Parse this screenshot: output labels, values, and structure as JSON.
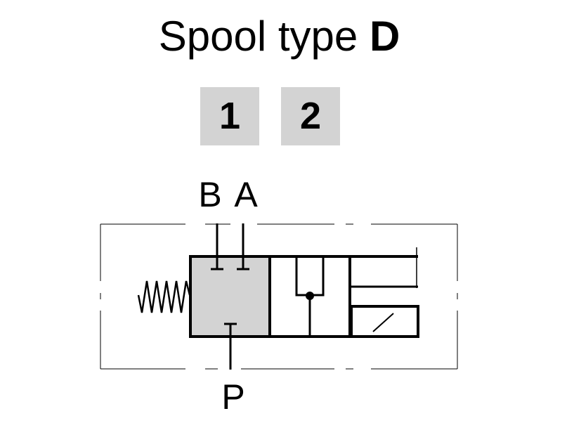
{
  "title": {
    "prefix": "Spool type",
    "type_letter": "D"
  },
  "positions": [
    "1",
    "2"
  ],
  "ports": {
    "b": "B",
    "a": "A",
    "p": "P"
  },
  "colors": {
    "active_box_fill": "#d3d3d3",
    "position_label_fill": "#d3d3d3",
    "line": "#000000"
  }
}
